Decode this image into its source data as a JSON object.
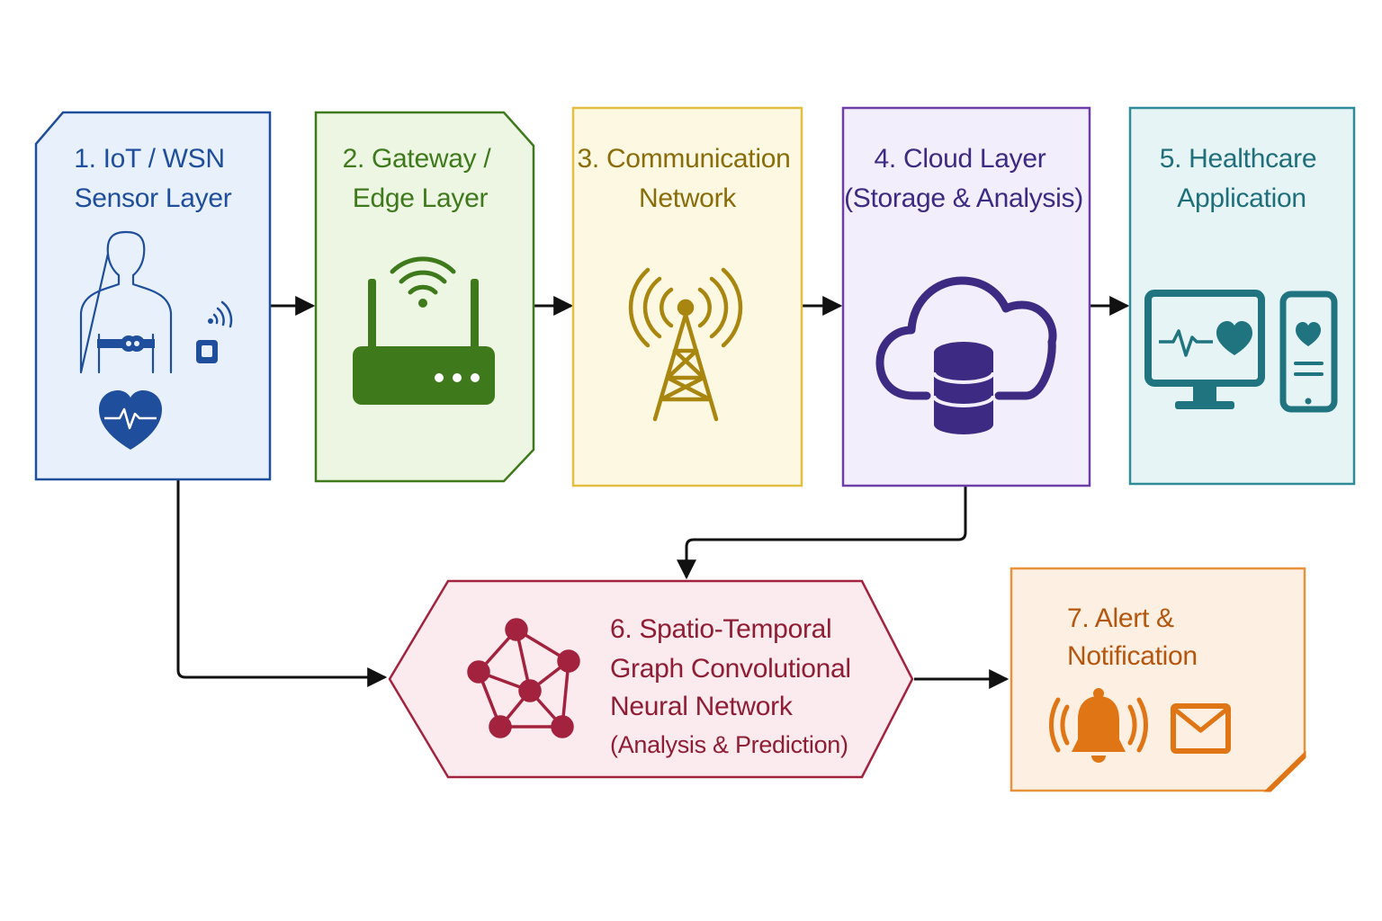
{
  "layers": [
    {
      "id": "sensor",
      "lines": [
        "1. IoT / WSN",
        "Sensor Layer"
      ],
      "color": "#1f4e9c",
      "fill": "#e8f1fb"
    },
    {
      "id": "gateway",
      "lines": [
        "2. Gateway /",
        "Edge Layer"
      ],
      "color": "#3e7a1c",
      "fill": "#edf5e3"
    },
    {
      "id": "network",
      "lines": [
        "3. Communication",
        "Network"
      ],
      "color": "#8a6d0b",
      "fill": "#fdf8e1"
    },
    {
      "id": "cloud",
      "lines": [
        "4. Cloud Layer",
        "(Storage & Analysis)"
      ],
      "color": "#3d2a82",
      "fill": "#f2eefb"
    },
    {
      "id": "health",
      "lines": [
        "5. Healthcare",
        "Application"
      ],
      "color": "#1f6f7a",
      "fill": "#e6f4f5"
    },
    {
      "id": "stgcn",
      "lines": [
        "6. Spatio-Temporal",
        "Graph Convolutional",
        "Neural Network",
        "(Analysis & Prediction)"
      ],
      "color": "#8f1d34",
      "fill": "#fbeaee"
    },
    {
      "id": "alert",
      "lines": [
        "7. Alert &",
        "Notification"
      ],
      "color": "#b5560f",
      "fill": "#fdf0e2"
    }
  ],
  "icons": {
    "sensor": [
      "human-body-icon",
      "wireless-sensor-icon",
      "heart-rate-icon"
    ],
    "gateway": [
      "wifi-router-icon"
    ],
    "network": [
      "cell-tower-icon"
    ],
    "cloud": [
      "cloud-database-icon"
    ],
    "health": [
      "monitor-heartbeat-icon",
      "smartphone-heart-icon"
    ],
    "stgcn": [
      "graph-network-icon"
    ],
    "alert": [
      "alarm-bell-icon",
      "envelope-icon"
    ]
  },
  "colors": {
    "sensor_icon": "#1f4e9c",
    "gateway_icon": "#3e7a1c",
    "network_icon": "#a8860f",
    "cloud_icon": "#3d2a82",
    "health_icon": "#1f7480",
    "stgcn_icon": "#a3223e",
    "alert_icon": "#e07515",
    "arrow": "#111111"
  }
}
